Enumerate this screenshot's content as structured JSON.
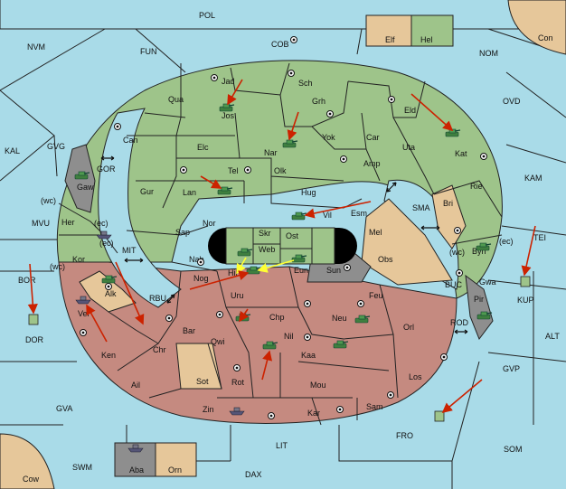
{
  "colors": {
    "sea": "#a9dbe8",
    "green_power": "#9ec48a",
    "red_power": "#c58a80",
    "tan_power": "#e6c79a",
    "grey_power": "#8e8e8e",
    "order_arrow": "#cc2200",
    "support_arrow": "#ffff33"
  },
  "legend_top": {
    "left": "Elf",
    "right": "Hel"
  },
  "legend_bottom": {
    "left": "Aba",
    "right": "Orn"
  },
  "sea_labels": {
    "pol": "POL",
    "fun": "FUN",
    "cob": "COB",
    "nvm": "NVM",
    "nom": "NOM",
    "con": "Con",
    "ovd": "OVD",
    "kal": "KAL",
    "gvg": "GVG",
    "gor": "GOR",
    "kam": "KAM",
    "mvu": "MVU",
    "sma": "SMA",
    "mit": "MIT",
    "tei": "TEI",
    "bor": "BOR",
    "rbu": "RBU",
    "buc": "BUC",
    "kup": "KUP",
    "dor": "DOR",
    "rod": "ROD",
    "alt": "ALT",
    "gvp": "GVP",
    "gva": "GVA",
    "fro": "FRO",
    "som": "SOM",
    "lit": "LIT",
    "swm": "SWM",
    "dax": "DAX",
    "cow": "Cow"
  },
  "land_labels": {
    "jad": "Jad",
    "sch": "Sch",
    "qua": "Qua",
    "jos": "Jos",
    "grh": "Grh",
    "eld": "Eld",
    "can": "Can",
    "yok": "Yok",
    "car": "Car",
    "uta": "Uta",
    "kat": "Kat",
    "elc": "Elc",
    "nar": "Nar",
    "tel": "Tel",
    "olk": "Olk",
    "amp": "Amp",
    "gaw": "Gaw",
    "gur": "Gur",
    "lan": "Lan",
    "hug": "Hug",
    "rie": "Rie",
    "bri": "Bri",
    "vil": "Vil",
    "esm": "Esm",
    "nor": "Nor",
    "skr": "Skr",
    "her": "Her",
    "ost": "Ost",
    "sap": "Sap",
    "web": "Web",
    "mel": "Mel",
    "byn": "Byn",
    "nab": "Nab",
    "kor": "Kor",
    "obs": "Obs",
    "eun": "Eun",
    "hil": "Hil",
    "sun": "Sun",
    "gwa": "Gwa",
    "nog": "Nog",
    "alk": "Alk",
    "pir": "Pir",
    "uru": "Uru",
    "feu": "Feu",
    "ver": "Ver",
    "chp": "Chp",
    "neu": "Neu",
    "bar": "Bar",
    "qwi": "Qwi",
    "orl": "Orl",
    "nil": "Nil",
    "ken": "Ken",
    "chr": "Chr",
    "kaa": "Kaa",
    "los": "Los",
    "sot": "Sot",
    "rot": "Rot",
    "mou": "Mou",
    "ail": "Ail",
    "sam": "Sam",
    "zin": "Zin",
    "kar": "Kar"
  },
  "coast_labels": {
    "wc_gaw": "(wc)",
    "ec_gaw": "(ec)",
    "ec_her": "(ec)",
    "wc_kor": "(wc)",
    "wc_byn": "(wc)",
    "ec_byn": "(ec)"
  }
}
